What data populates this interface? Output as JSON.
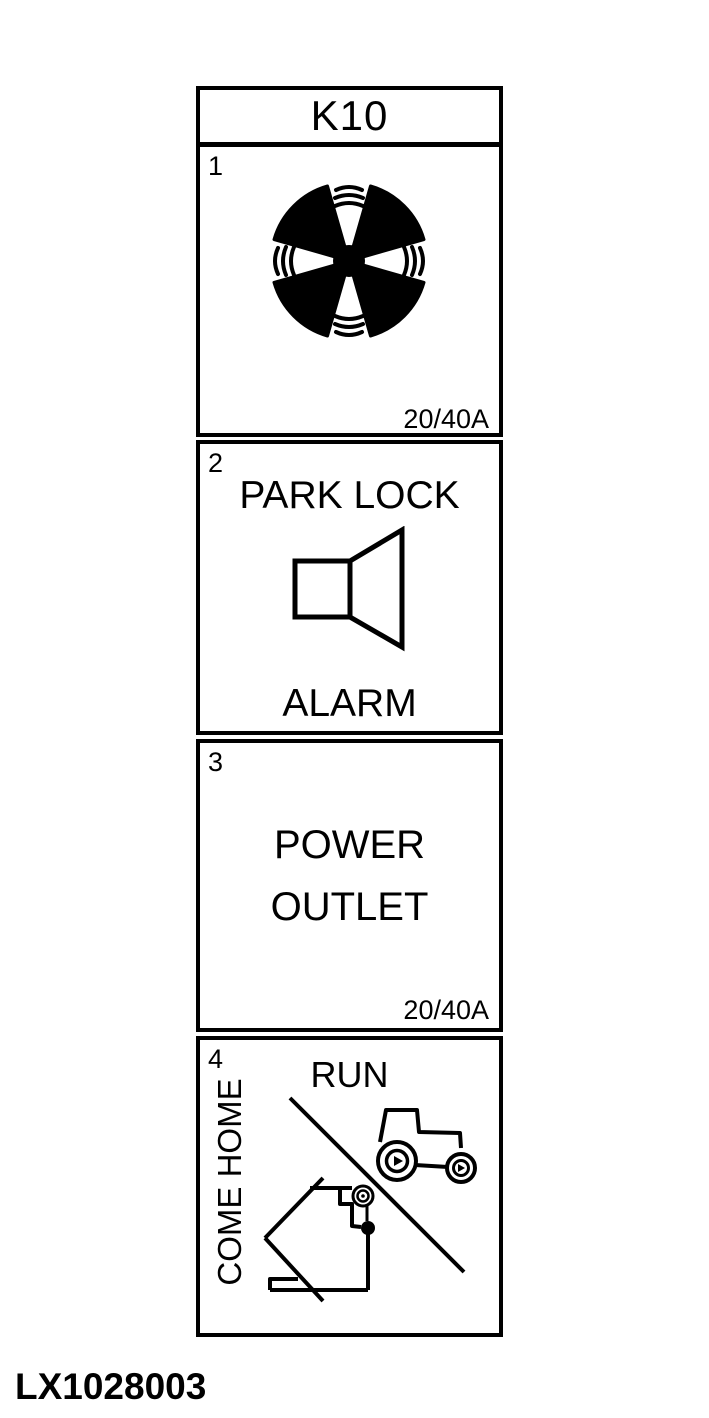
{
  "colors": {
    "ink": "#000000",
    "paper": "#ffffff"
  },
  "figure_label": "LX1028003",
  "relay_card": {
    "title": "K10",
    "cells": [
      {
        "number": "1",
        "icon": "fan-icon",
        "rating": "20/40A"
      },
      {
        "number": "2",
        "line_top": "PARK LOCK",
        "icon": "alarm-speaker-icon",
        "line_bottom": "ALARM"
      },
      {
        "number": "3",
        "line1": "POWER",
        "line2": "OUTLET",
        "rating": "20/40A"
      },
      {
        "number": "4",
        "mode_top": "RUN",
        "mode_side": "COME HOME",
        "icons": [
          "tractor-icon",
          "come-home-garage-icon",
          "diagonal-divider-line"
        ]
      }
    ]
  }
}
